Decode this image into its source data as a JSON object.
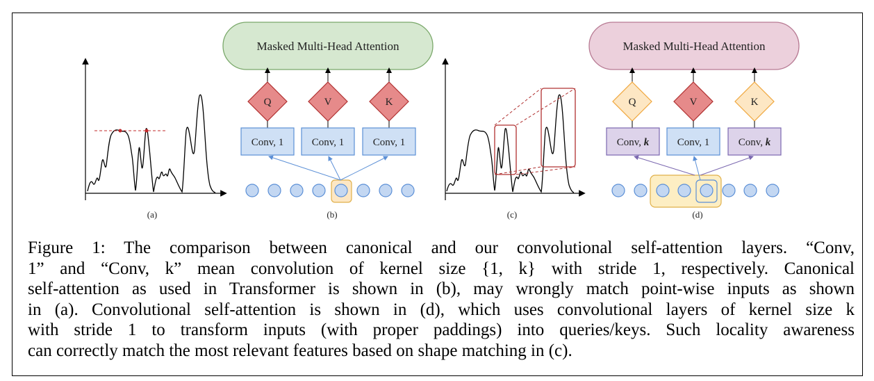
{
  "panel_b": {
    "attention_label": "Masked Multi-Head Attention",
    "heads": [
      "Q",
      "V",
      "K"
    ],
    "convs": [
      "Conv, 1",
      "Conv, 1",
      "Conv, 1"
    ],
    "tag": "(b)",
    "colors": {
      "attention_fill": "#d6e8d0",
      "attention_stroke": "#7aa86a",
      "diamond_fill": "#e68a8a",
      "diamond_stroke": "#b03030",
      "conv_fill": "#cfe0f5",
      "conv_stroke": "#5b8fd6"
    }
  },
  "panel_d": {
    "attention_label": "Masked Multi-Head Attention",
    "heads": [
      "Q",
      "V",
      "K"
    ],
    "convs": [
      "Conv, ",
      "Conv, 1",
      "Conv, "
    ],
    "conv_k": "k",
    "tag": "(d)",
    "colors": {
      "attention_fill": "#ecd0dc",
      "attention_stroke": "#b77a93",
      "qk_fill": "#fde7c4",
      "qk_stroke": "#f0a63c",
      "conv_k_fill": "#ddd3ea",
      "conv_k_stroke": "#7b68b0",
      "window_fill": "#fdeec3",
      "window_stroke": "#e0b04a"
    }
  },
  "panel_a": {
    "tag": "(a)"
  },
  "panel_c": {
    "tag": "(c)"
  },
  "caption": {
    "lines": [
      "Figure 1: The comparison between canonical and our convolutional self-attention layers. “Conv,",
      "1” and “Conv, k” mean convolution of kernel size {1, k} with stride 1, respectively. Canonical",
      "self-attention as used in Transformer is shown in (b), may wrongly match point-wise inputs as shown",
      "in (a). Convolutional self-attention is shown in (d), which uses convolutional layers of kernel size k",
      "with stride 1 to transform inputs (with proper paddings) into queries/keys. Such locality awareness",
      "can correctly match the most relevant features based on shape matching in (c)."
    ]
  }
}
